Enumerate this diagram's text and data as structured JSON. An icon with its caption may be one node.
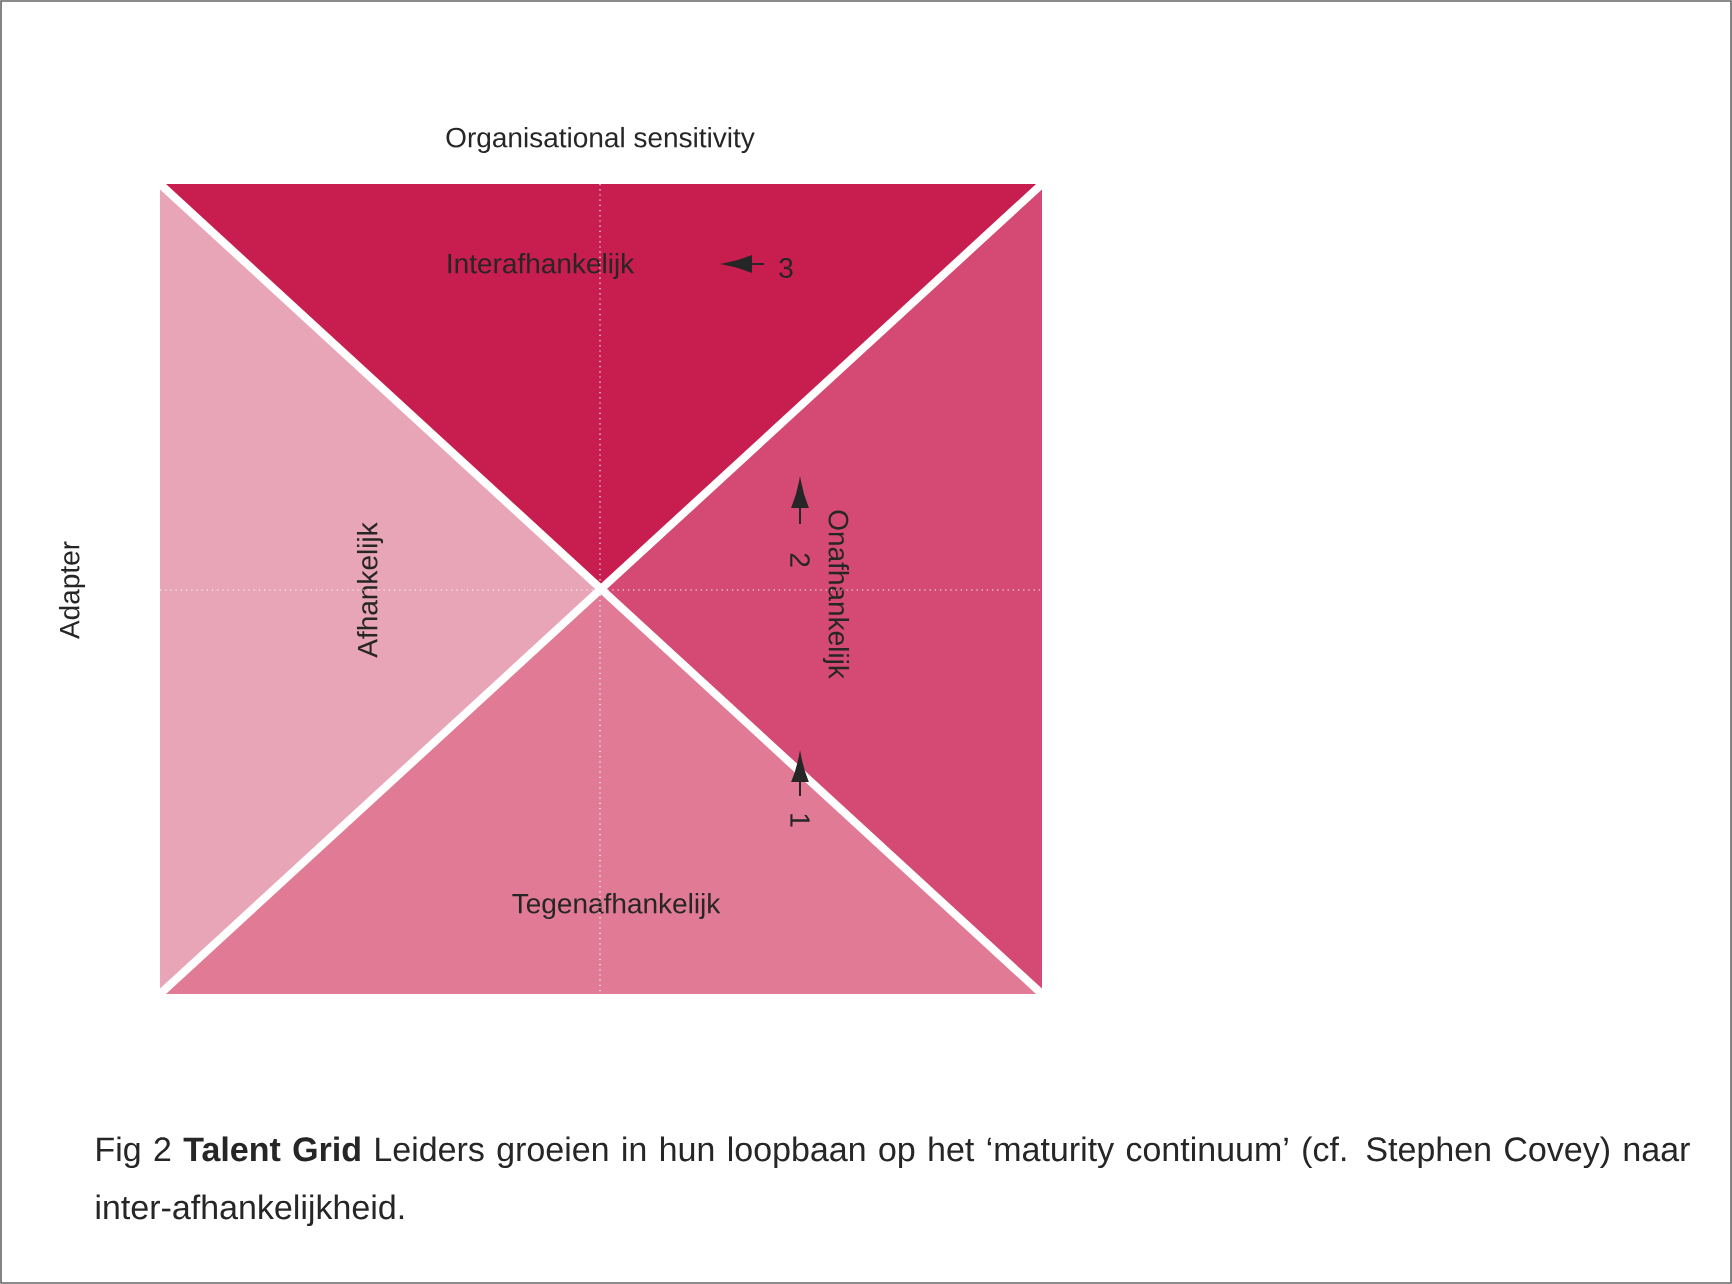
{
  "diagram": {
    "caption": "Fig 2 **Talent Grid** Leiders groeien in hun loopbaan op het ‘maturity continuum’ (cf. Stephen Covey) naar inter-afhankelijkheid.",
    "nodes": [
      {
        "text": [
          "Interafhankelijk"
        ]
      },
      {
        "text": [
          "Afhankelijk"
        ]
      },
      {
        "text": [
          "Onafhankelijk"
        ]
      },
      {
        "text": [
          "Tegenafhankelijk"
        ]
      }
    ],
    "labels": [
      "Organisational sensitivity",
      "Adapter",
      "3",
      "2",
      "1"
    ]
  }
}
